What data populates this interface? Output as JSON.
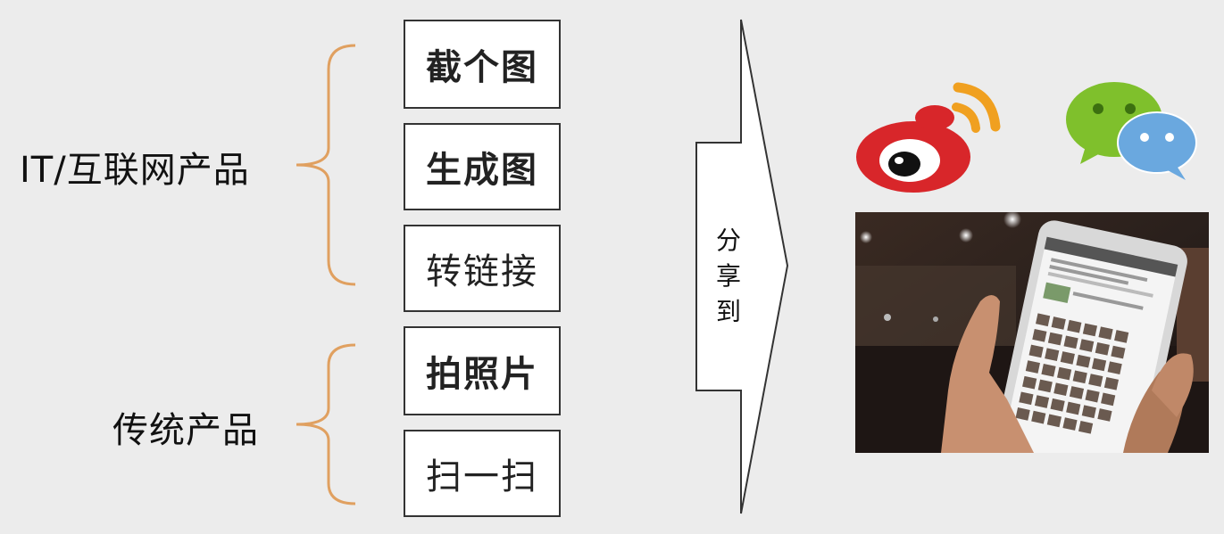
{
  "groups": [
    {
      "label": "IT/互联网产品"
    },
    {
      "label": "传统产品"
    }
  ],
  "actions": [
    {
      "label": "截个图",
      "bold": true
    },
    {
      "label": "生成图",
      "bold": true
    },
    {
      "label": "转链接",
      "bold": false
    },
    {
      "label": "拍照片",
      "bold": true
    },
    {
      "label": "扫一扫",
      "bold": false
    }
  ],
  "share": {
    "chars": [
      "分",
      "享",
      "到"
    ]
  },
  "colors": {
    "brace": "#e0a060",
    "weibo_red": "#d8262a",
    "weibo_orange": "#f0a020",
    "wechat_green": "#7fc02c",
    "wechat_blue": "#6aa8df"
  },
  "icons": [
    "weibo-logo-icon",
    "wechat-logo-icon"
  ]
}
